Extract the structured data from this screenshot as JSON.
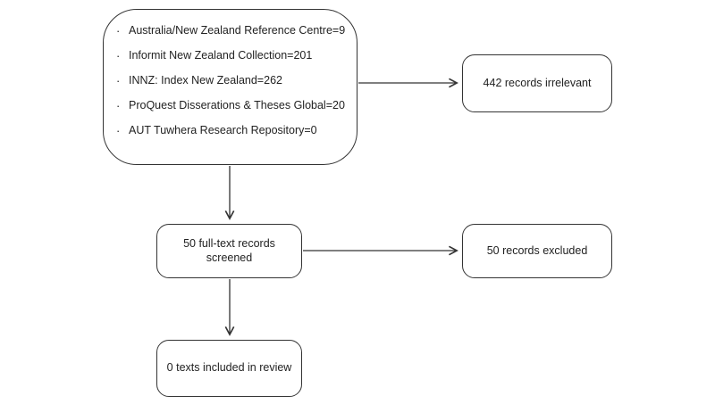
{
  "diagram": {
    "type": "flowchart",
    "bullet_char": "·",
    "colors": {
      "line": "#333333",
      "text": "#222222",
      "background": "#ffffff"
    },
    "nodes": {
      "sources": {
        "items": [
          "Australia/New Zealand Reference Centre=9",
          "Informit New Zealand Collection=201",
          "INNZ: Index New Zealand=262",
          "ProQuest Disserations & Theses Global=20",
          "AUT Tuwhera Research Repository=0"
        ]
      },
      "irrelevant": {
        "label": "442 records irrelevant"
      },
      "screened": {
        "label": "50 full-text records screened"
      },
      "excluded": {
        "label": "50 records excluded"
      },
      "included": {
        "label": "0 texts included in review"
      }
    },
    "edges": [
      {
        "from": "sources",
        "to": "irrelevant"
      },
      {
        "from": "sources",
        "to": "screened"
      },
      {
        "from": "screened",
        "to": "excluded"
      },
      {
        "from": "screened",
        "to": "included"
      }
    ]
  }
}
